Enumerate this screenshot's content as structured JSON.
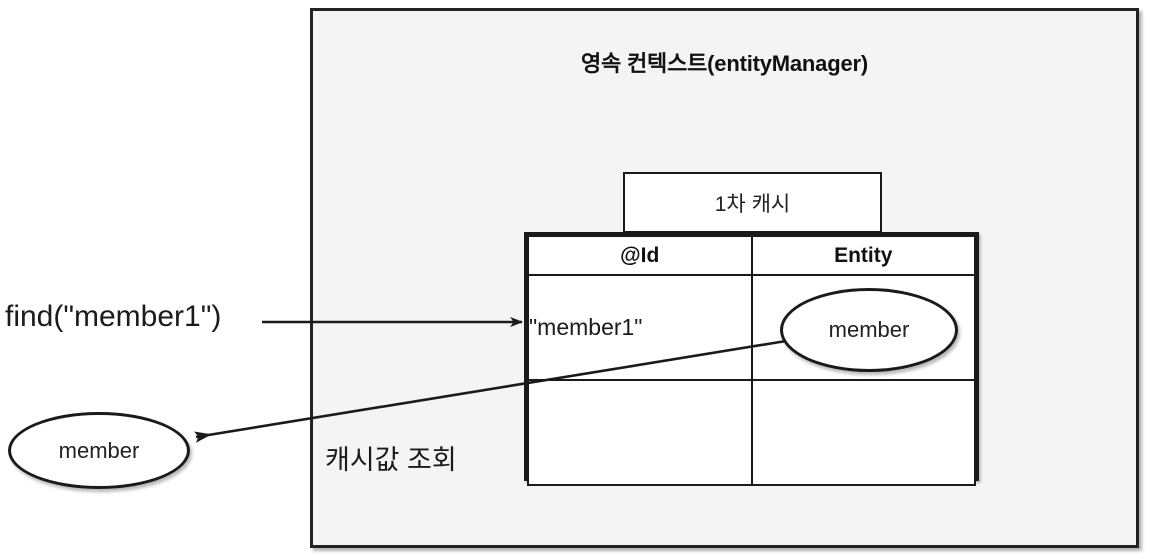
{
  "diagram": {
    "title": "영속 컨텍스트(entityManager)",
    "cache_tab_label": "1차 캐시",
    "table": {
      "headers": [
        "@Id",
        "Entity"
      ],
      "rows": [
        {
          "id": "\"member1\"",
          "entity": "member"
        },
        {
          "id": "",
          "entity": ""
        }
      ]
    },
    "labels": {
      "find_call": "find(\"member1\")",
      "cache_lookup": "캐시값 조회",
      "result_entity": "member"
    },
    "colors": {
      "context_background": "#f4f4f4",
      "stroke": "#1a1a1a",
      "table_background": "#ffffff",
      "page_background": "#ffffff"
    }
  }
}
